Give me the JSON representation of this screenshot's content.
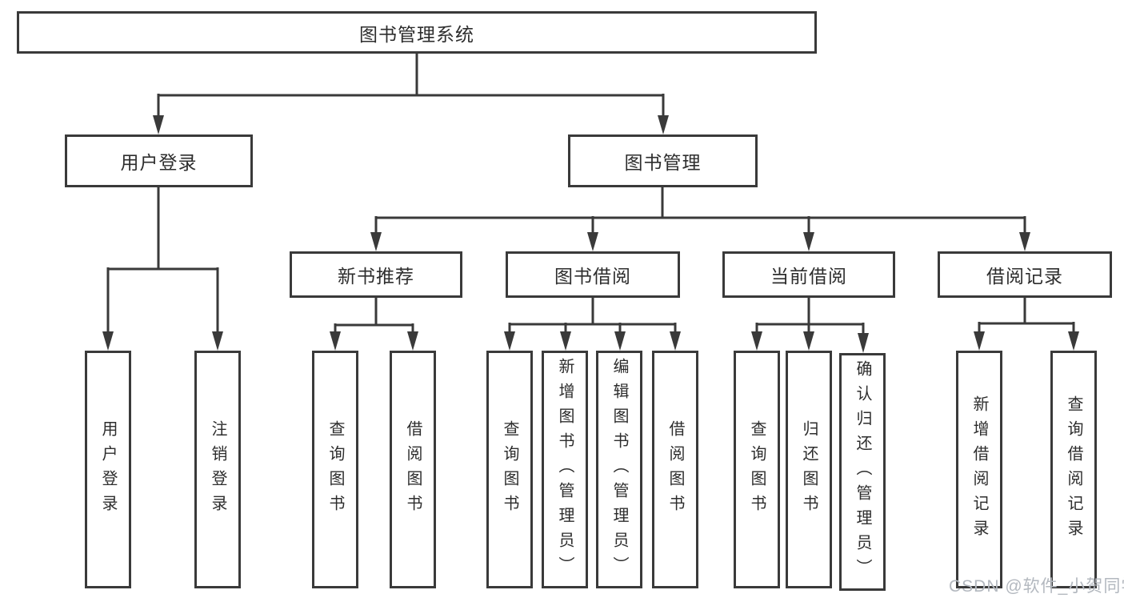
{
  "diagram_type": "tree",
  "tree": {
    "label": "图书管理系统",
    "children": [
      {
        "label": "用户登录",
        "children": [
          {
            "label": "用户登录"
          },
          {
            "label": "注销登录"
          }
        ]
      },
      {
        "label": "图书管理",
        "children": [
          {
            "label": "新书推荐",
            "children": [
              {
                "label": "查询图书"
              },
              {
                "label": "借阅图书"
              }
            ]
          },
          {
            "label": "图书借阅",
            "children": [
              {
                "label": "查询图书"
              },
              {
                "label": "新增图书（管理员）"
              },
              {
                "label": "编辑图书（管理员）"
              },
              {
                "label": "借阅图书"
              }
            ]
          },
          {
            "label": "当前借阅",
            "children": [
              {
                "label": "查询图书"
              },
              {
                "label": "归还图书"
              },
              {
                "label": "确认归还（管理员）"
              }
            ]
          },
          {
            "label": "借阅记录",
            "children": [
              {
                "label": "新增借阅记录"
              },
              {
                "label": "查询借阅记录"
              }
            ]
          }
        ]
      }
    ]
  },
  "watermark": {
    "text": "CSDN @软件_小贺同学"
  },
  "colors": {
    "line": "#3a3a3a",
    "text": "#2d2d2d",
    "watermark": "#b3b8bf",
    "background": "#ffffff"
  }
}
